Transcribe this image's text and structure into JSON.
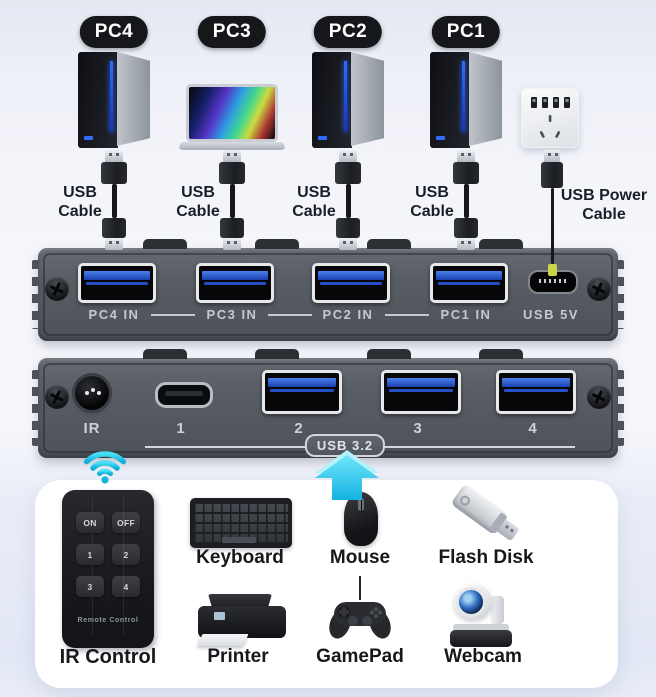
{
  "colors": {
    "accent_cyan": "#2bc9ec",
    "panel_gray": "#585d64",
    "port_blue": "#2f5fd9",
    "badge_bg": "#16171b",
    "card_bg": "#ffffff"
  },
  "badges": [
    {
      "label": "PC4"
    },
    {
      "label": "PC3"
    },
    {
      "label": "PC2"
    },
    {
      "label": "PC1"
    }
  ],
  "cable_labels": [
    {
      "line1": "USB",
      "line2": "Cable"
    },
    {
      "line1": "USB",
      "line2": "Cable"
    },
    {
      "line1": "USB",
      "line2": "Cable"
    },
    {
      "line1": "USB",
      "line2": "Cable"
    },
    {
      "line1": "USB Power",
      "line2": "Cable"
    }
  ],
  "input_panel": {
    "ports": [
      {
        "label": "PC4 IN"
      },
      {
        "label": "PC3 IN"
      },
      {
        "label": "PC2 IN"
      },
      {
        "label": "PC1 IN"
      }
    ],
    "power_port_label": "USB 5V"
  },
  "output_panel": {
    "ir_label": "IR",
    "port_labels": [
      {
        "label": "1"
      },
      {
        "label": "2"
      },
      {
        "label": "3"
      },
      {
        "label": "4"
      }
    ],
    "usb_badge": "USB 3.2"
  },
  "remote": {
    "buttons": [
      {
        "label": "ON"
      },
      {
        "label": "OFF"
      },
      {
        "label": "1"
      },
      {
        "label": "2"
      },
      {
        "label": "3"
      },
      {
        "label": "4"
      }
    ],
    "brand_text": "Remote Control",
    "caption": "IR Control"
  },
  "peripherals": {
    "keyboard": "Keyboard",
    "mouse": "Mouse",
    "flash_disk": "Flash Disk",
    "printer": "Printer",
    "gamepad": "GamePad",
    "webcam": "Webcam"
  }
}
